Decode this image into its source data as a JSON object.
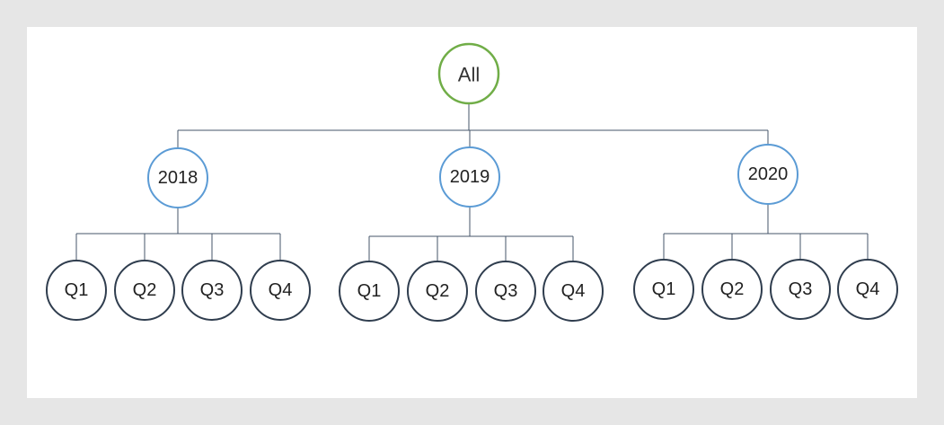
{
  "tree": {
    "root": {
      "label": "All",
      "color": "#70ad47"
    },
    "year_color": "#5b9bd5",
    "quarter_color": "#2f3d4e",
    "connector_color": "#44546a",
    "years": [
      {
        "label": "2018",
        "quarters": [
          "Q1",
          "Q2",
          "Q3",
          "Q4"
        ]
      },
      {
        "label": "2019",
        "quarters": [
          "Q1",
          "Q2",
          "Q3",
          "Q4"
        ]
      },
      {
        "label": "2020",
        "quarters": [
          "Q1",
          "Q2",
          "Q3",
          "Q4"
        ]
      }
    ]
  }
}
